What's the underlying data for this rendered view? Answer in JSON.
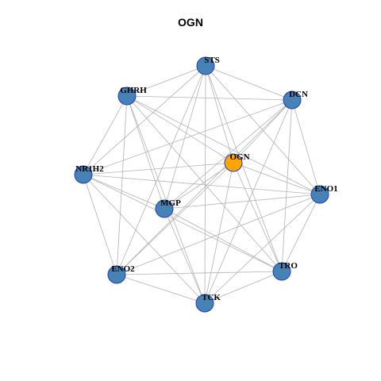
{
  "title": "OGN",
  "colors": {
    "background": "#ffffff",
    "node_default": "#4682b4",
    "node_focus": "#ffa500",
    "node_border": "#1f3fbf",
    "edge": "#b3b3b3",
    "label": "#000000",
    "title": "#000000"
  },
  "network": {
    "focus_node": "OGN",
    "nodes": [
      {
        "id": "STS",
        "label": "STS",
        "focus": false
      },
      {
        "id": "DCN",
        "label": "DCN",
        "focus": false
      },
      {
        "id": "GHRH",
        "label": "GHRH",
        "focus": false
      },
      {
        "id": "OGN",
        "label": "OGN",
        "focus": true
      },
      {
        "id": "NR1H2",
        "label": "NR1H2",
        "focus": false
      },
      {
        "id": "ENO1",
        "label": "ENO1",
        "focus": false
      },
      {
        "id": "MGP",
        "label": "MGP",
        "focus": false
      },
      {
        "id": "TRO",
        "label": "TRO",
        "focus": false
      },
      {
        "id": "ENO2",
        "label": "ENO2",
        "focus": false
      },
      {
        "id": "TCK",
        "label": "TCK",
        "focus": false
      }
    ],
    "edges": [
      [
        "STS",
        "GHRH"
      ],
      [
        "STS",
        "DCN"
      ],
      [
        "STS",
        "OGN"
      ],
      [
        "STS",
        "NR1H2"
      ],
      [
        "STS",
        "ENO1"
      ],
      [
        "STS",
        "MGP"
      ],
      [
        "STS",
        "TRO"
      ],
      [
        "STS",
        "ENO2"
      ],
      [
        "STS",
        "TCK"
      ],
      [
        "DCN",
        "GHRH"
      ],
      [
        "DCN",
        "OGN"
      ],
      [
        "DCN",
        "NR1H2"
      ],
      [
        "DCN",
        "ENO1"
      ],
      [
        "DCN",
        "MGP"
      ],
      [
        "DCN",
        "TRO"
      ],
      [
        "DCN",
        "ENO2"
      ],
      [
        "DCN",
        "TCK"
      ],
      [
        "GHRH",
        "OGN"
      ],
      [
        "GHRH",
        "NR1H2"
      ],
      [
        "GHRH",
        "ENO1"
      ],
      [
        "GHRH",
        "MGP"
      ],
      [
        "GHRH",
        "TRO"
      ],
      [
        "GHRH",
        "ENO2"
      ],
      [
        "GHRH",
        "TCK"
      ],
      [
        "OGN",
        "NR1H2"
      ],
      [
        "OGN",
        "ENO1"
      ],
      [
        "OGN",
        "MGP"
      ],
      [
        "OGN",
        "TRO"
      ],
      [
        "OGN",
        "ENO2"
      ],
      [
        "OGN",
        "TCK"
      ],
      [
        "NR1H2",
        "ENO1"
      ],
      [
        "NR1H2",
        "MGP"
      ],
      [
        "NR1H2",
        "TRO"
      ],
      [
        "NR1H2",
        "ENO2"
      ],
      [
        "NR1H2",
        "TCK"
      ],
      [
        "ENO1",
        "MGP"
      ],
      [
        "ENO1",
        "TRO"
      ],
      [
        "ENO1",
        "ENO2"
      ],
      [
        "ENO1",
        "TCK"
      ],
      [
        "MGP",
        "TRO"
      ],
      [
        "MGP",
        "TCK"
      ],
      [
        "TRO",
        "ENO2"
      ],
      [
        "TRO",
        "TCK"
      ],
      [
        "ENO2",
        "TCK"
      ]
    ]
  }
}
